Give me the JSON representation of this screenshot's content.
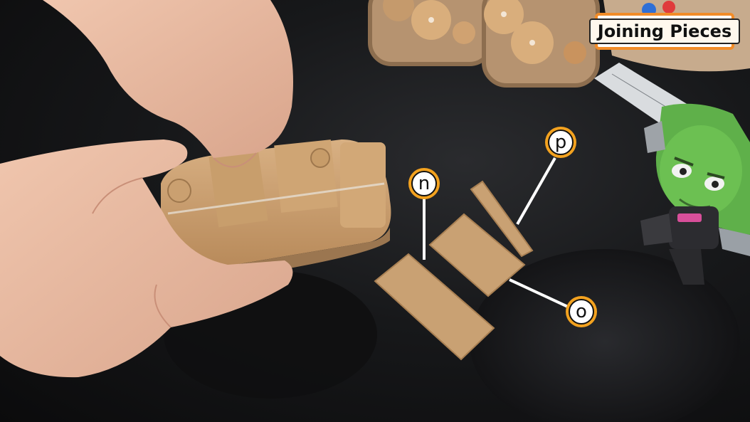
{
  "title_badge": {
    "text": "Joining Pieces"
  },
  "markers": [
    {
      "id": "n",
      "label": "n"
    },
    {
      "id": "p",
      "label": "p"
    },
    {
      "id": "o",
      "label": "o"
    }
  ],
  "colors": {
    "table": "#17181a",
    "cardboard": "#c9a173",
    "cardboard_dark": "#a98053",
    "skin": "#e8b9a0",
    "badge_border": "#f28c28",
    "marker_ring": "#f3a21f",
    "figure_green": "#5fb04a"
  }
}
